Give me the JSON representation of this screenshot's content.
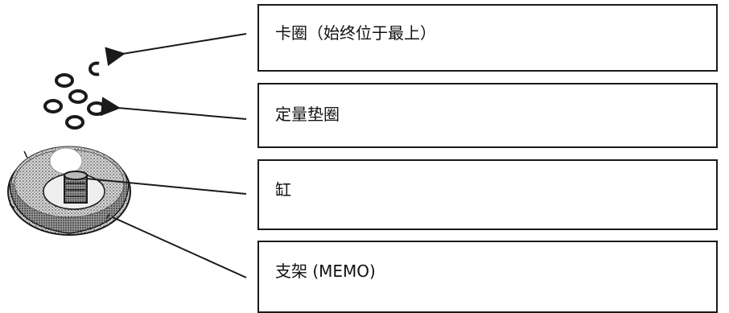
{
  "diagram": {
    "labels": [
      {
        "text": "卡圈（始终位于最上）",
        "refers_to": "snap-ring"
      },
      {
        "text": "定量垫圈",
        "refers_to": "spacer-washers"
      },
      {
        "text": "缸",
        "refers_to": "cylinder"
      },
      {
        "text": "支架 (MEMO)",
        "refers_to": "bracket"
      }
    ],
    "colors": {
      "line": "#1a1a1a",
      "box_border": "#1a1a1a",
      "text": "#111111",
      "stipple": "#8a8a8a"
    }
  }
}
